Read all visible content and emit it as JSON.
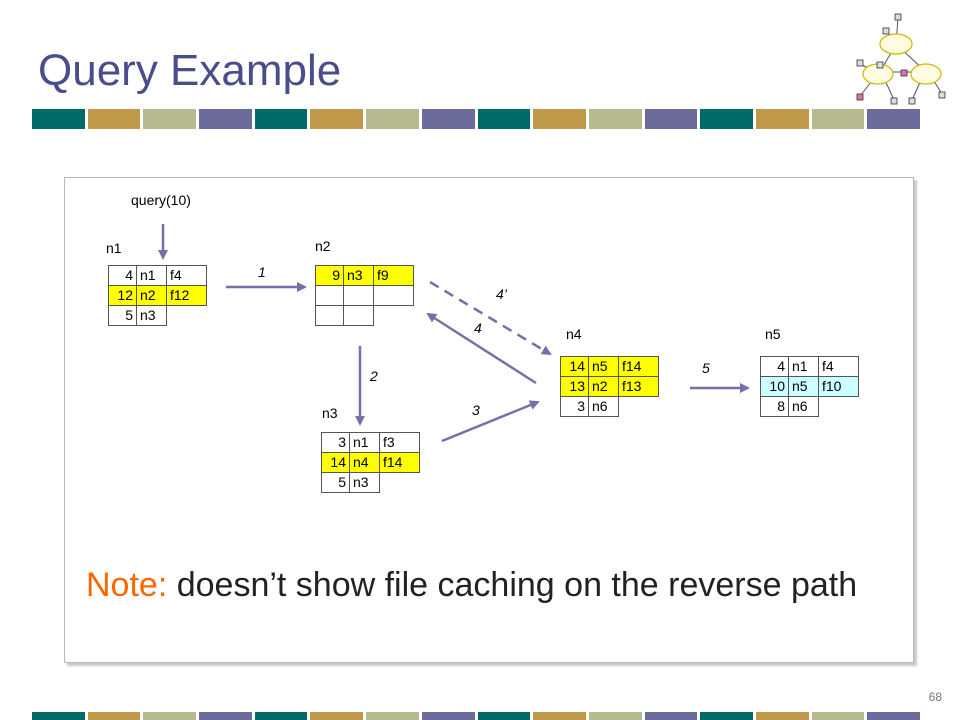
{
  "slide": {
    "title": "Query Example",
    "page_number": "68",
    "bar_colors": [
      "#006a66",
      "#c09a4a",
      "#b7b98f",
      "#6c6c9c"
    ]
  },
  "diagram": {
    "query_label": "query(10)",
    "nodes": {
      "n1": {
        "label": "n1",
        "rows": [
          {
            "v": "4",
            "n": "n1",
            "f": "f4",
            "hl": ""
          },
          {
            "v": "12",
            "n": "n2",
            "f": "f12",
            "hl": "yellow"
          },
          {
            "v": "5",
            "n": "n3",
            "f": "",
            "hl": ""
          }
        ]
      },
      "n2": {
        "label": "n2",
        "rows": [
          {
            "v": "9",
            "n": "n3",
            "f": "f9",
            "hl": "yellow"
          },
          {
            "v": "",
            "n": "",
            "f": "",
            "hl": ""
          },
          {
            "v": "",
            "n": "",
            "f": "",
            "hl": ""
          }
        ]
      },
      "n3": {
        "label": "n3",
        "rows": [
          {
            "v": "3",
            "n": "n1",
            "f": "f3",
            "hl": ""
          },
          {
            "v": "14",
            "n": "n4",
            "f": "f14",
            "hl": "yellow"
          },
          {
            "v": "5",
            "n": "n3",
            "f": "",
            "hl": ""
          }
        ]
      },
      "n4": {
        "label": "n4",
        "rows": [
          {
            "v": "14",
            "n": "n5",
            "f": "f14",
            "hl": "yellow"
          },
          {
            "v": "13",
            "n": "n2",
            "f": "f13",
            "hl": "yellow"
          },
          {
            "v": "3",
            "n": "n6",
            "f": "",
            "hl": ""
          }
        ]
      },
      "n5": {
        "label": "n5",
        "rows": [
          {
            "v": "4",
            "n": "n1",
            "f": "f4",
            "hl": ""
          },
          {
            "v": "10",
            "n": "n5",
            "f": "f10",
            "hl": "cyan"
          },
          {
            "v": "8",
            "n": "n6",
            "f": "",
            "hl": ""
          }
        ]
      }
    },
    "step_labels": {
      "s1": "1",
      "s2": "2",
      "s3": "3",
      "s4": "4",
      "s4p": "4’",
      "s5": "5"
    }
  },
  "note": {
    "highlight": "Note:",
    "text": " doesn’t show file caching on the reverse path"
  }
}
